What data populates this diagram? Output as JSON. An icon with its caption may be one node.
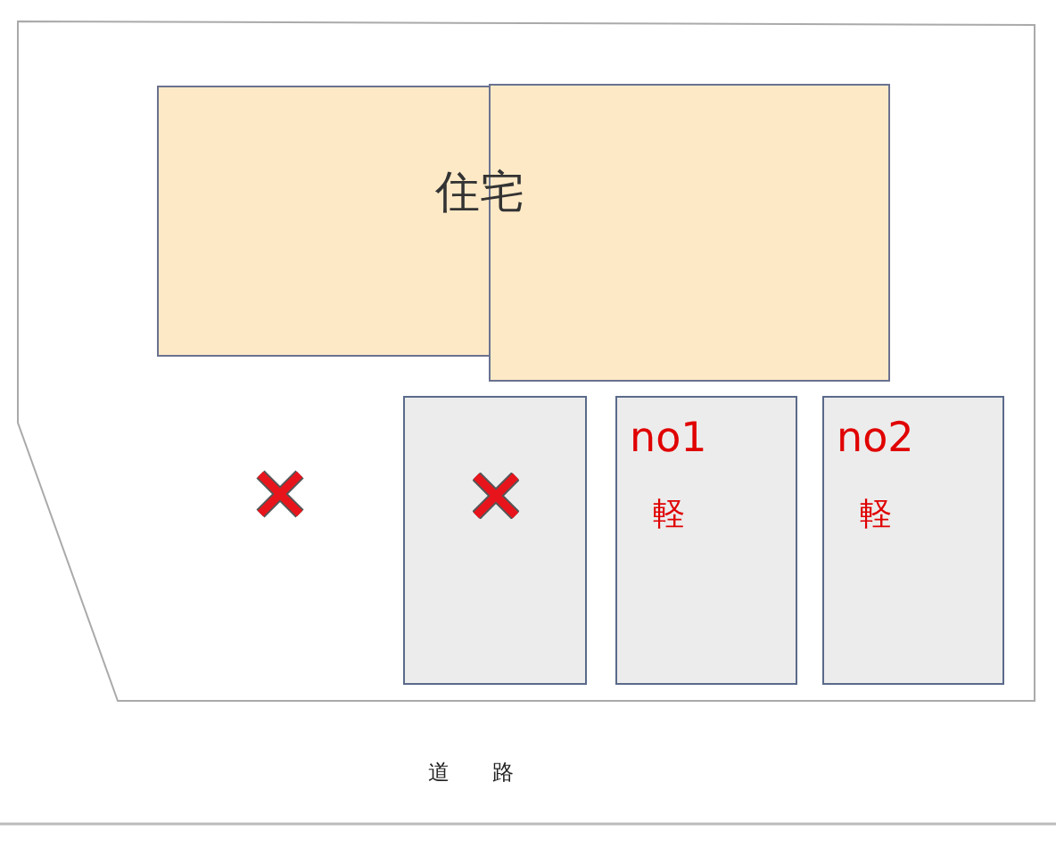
{
  "diagram": {
    "nodes": [
      {
        "text": [
          "住宅"
        ]
      },
      {
        "text": [],
        "shape": "box"
      },
      {
        "text": [
          "no1",
          "軽"
        ]
      },
      {
        "text": [
          "no2",
          "軽"
        ]
      }
    ],
    "labels": [
      "道 路"
    ]
  }
}
